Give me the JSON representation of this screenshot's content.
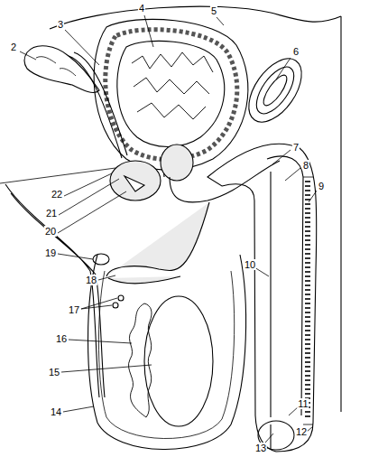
{
  "diagram": {
    "labels": [
      "2",
      "3",
      "4",
      "5",
      "6",
      "7",
      "8",
      "9",
      "10",
      "11",
      "12",
      "13",
      "14",
      "15",
      "16",
      "17",
      "18",
      "19",
      "20",
      "21",
      "22"
    ]
  }
}
